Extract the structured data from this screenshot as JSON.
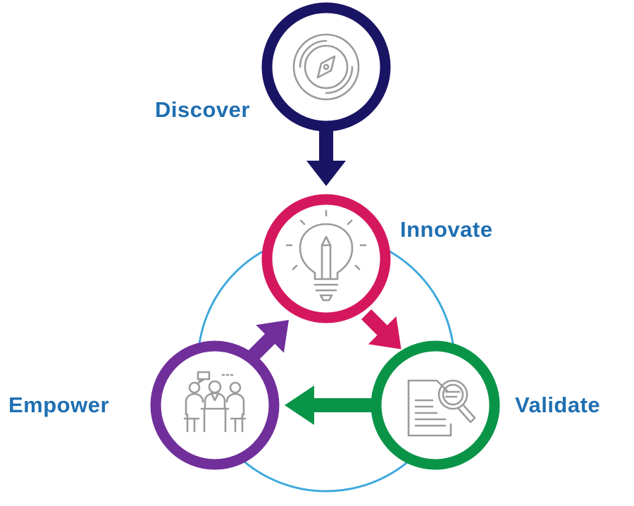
{
  "colors": {
    "discover": "#1a1464",
    "innovate": "#d5175e",
    "validate": "#0a9447",
    "empower": "#702f9a",
    "cycle_ring": "#3fa9dc",
    "label_text": "#1f6fb2",
    "icon_gray": "#9b9b9b"
  },
  "stages": {
    "discover": {
      "label": "Discover",
      "icon": "compass-icon"
    },
    "innovate": {
      "label": "Innovate",
      "icon": "lightbulb-pencil-icon"
    },
    "validate": {
      "label": "Validate",
      "icon": "document-magnifier-icon"
    },
    "empower": {
      "label": "Empower",
      "icon": "team-meeting-icon"
    }
  }
}
